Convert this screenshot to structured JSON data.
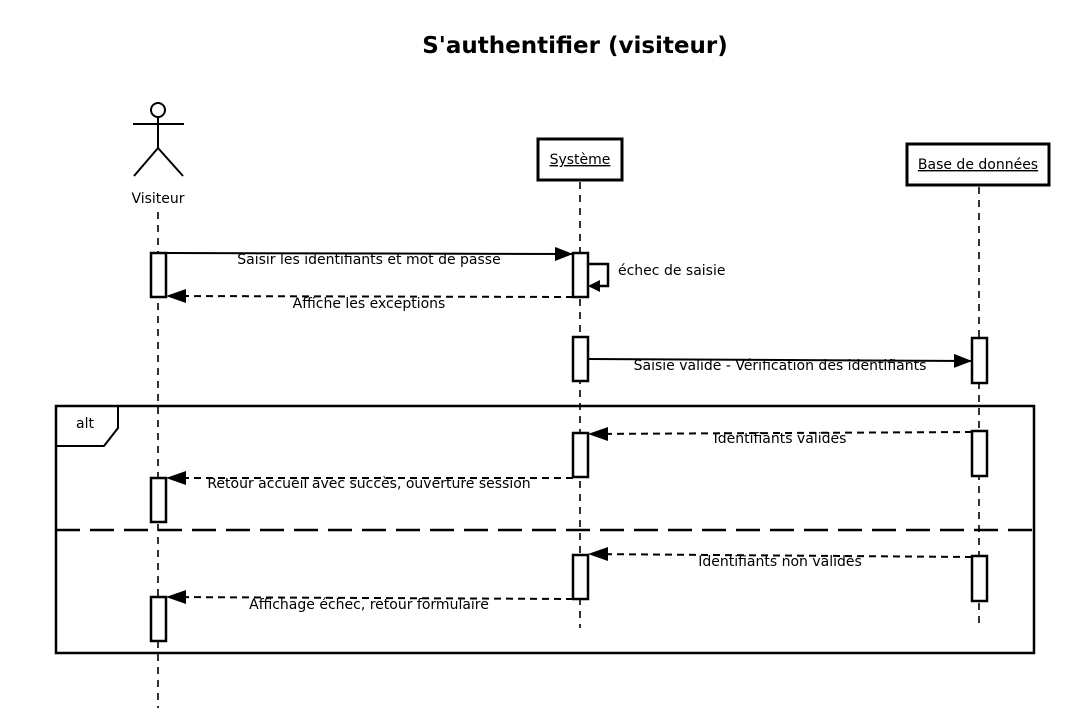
{
  "title": "S'authentifier (visiteur)",
  "participants": {
    "visitor": "Visiteur",
    "system": "Système",
    "database": "Base de données"
  },
  "messages": {
    "m1": "Saisir les identifiants et mot de passe",
    "m2": "échec de saisie",
    "m3": "Affiche les exceptions",
    "m4": "Saisie valide - Vérification des identifiants",
    "m5": "Identifiants valides",
    "m6": "Retour accueil avec succès, ouverture session",
    "m7": "Identifiants non valides",
    "m8": "Affichage échec, retour formulaire"
  },
  "fragment": {
    "operator": "alt"
  },
  "colors": {
    "stroke": "#000000",
    "background": "#ffffff"
  }
}
